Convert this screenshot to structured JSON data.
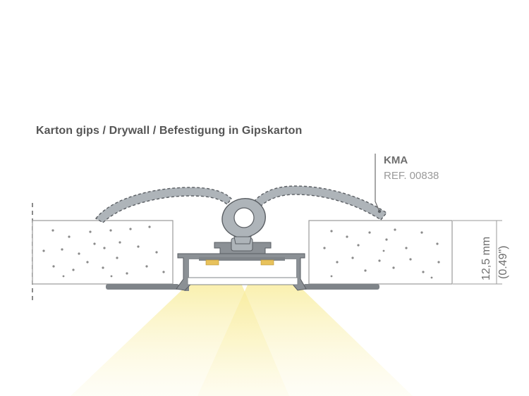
{
  "title": "Karton gips / Drywall / Befestigung in Gipskarton",
  "product": {
    "code": "KMA",
    "ref": "REF. 00838"
  },
  "dimension": {
    "metric": "12,5 mm",
    "imperial": "(0.49\")"
  },
  "colors": {
    "profile": "#aeb4b9",
    "outline": "#5a5e63",
    "board_stroke": "#9a9a9a",
    "light": "#fbf3b5",
    "led": "#e8c25c",
    "base_plate": "#7f8489",
    "text": "#555555"
  }
}
